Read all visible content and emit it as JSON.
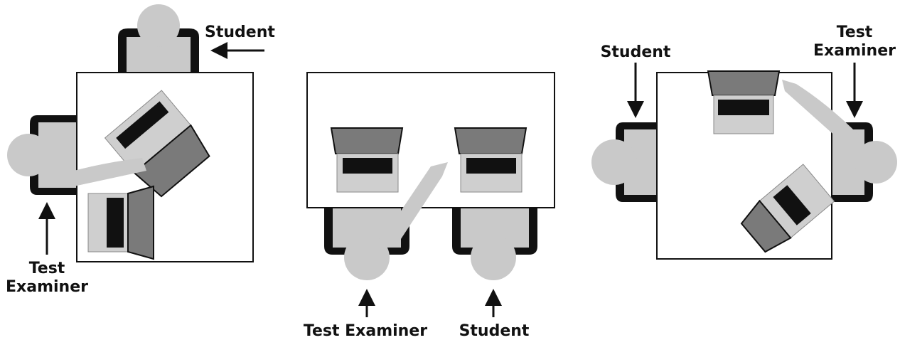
{
  "colors": {
    "person": "#c9c9c9",
    "chair": "#111111",
    "table_fill": "#ffffff",
    "table_stroke": "#111111",
    "laptop_base": "#cfcfcf",
    "laptop_screen": "#7a7a7a",
    "keyboard": "#111111"
  },
  "panels": [
    {
      "name": "corner-seating",
      "labels": {
        "student": "Student",
        "examiner_line1": "Test",
        "examiner_line2": "Examiner"
      }
    },
    {
      "name": "side-by-side-seating",
      "labels": {
        "examiner": "Test Examiner",
        "student": "Student"
      }
    },
    {
      "name": "across-corner-seating",
      "labels": {
        "student": "Student",
        "examiner_line1": "Test",
        "examiner_line2": "Examiner"
      }
    }
  ]
}
